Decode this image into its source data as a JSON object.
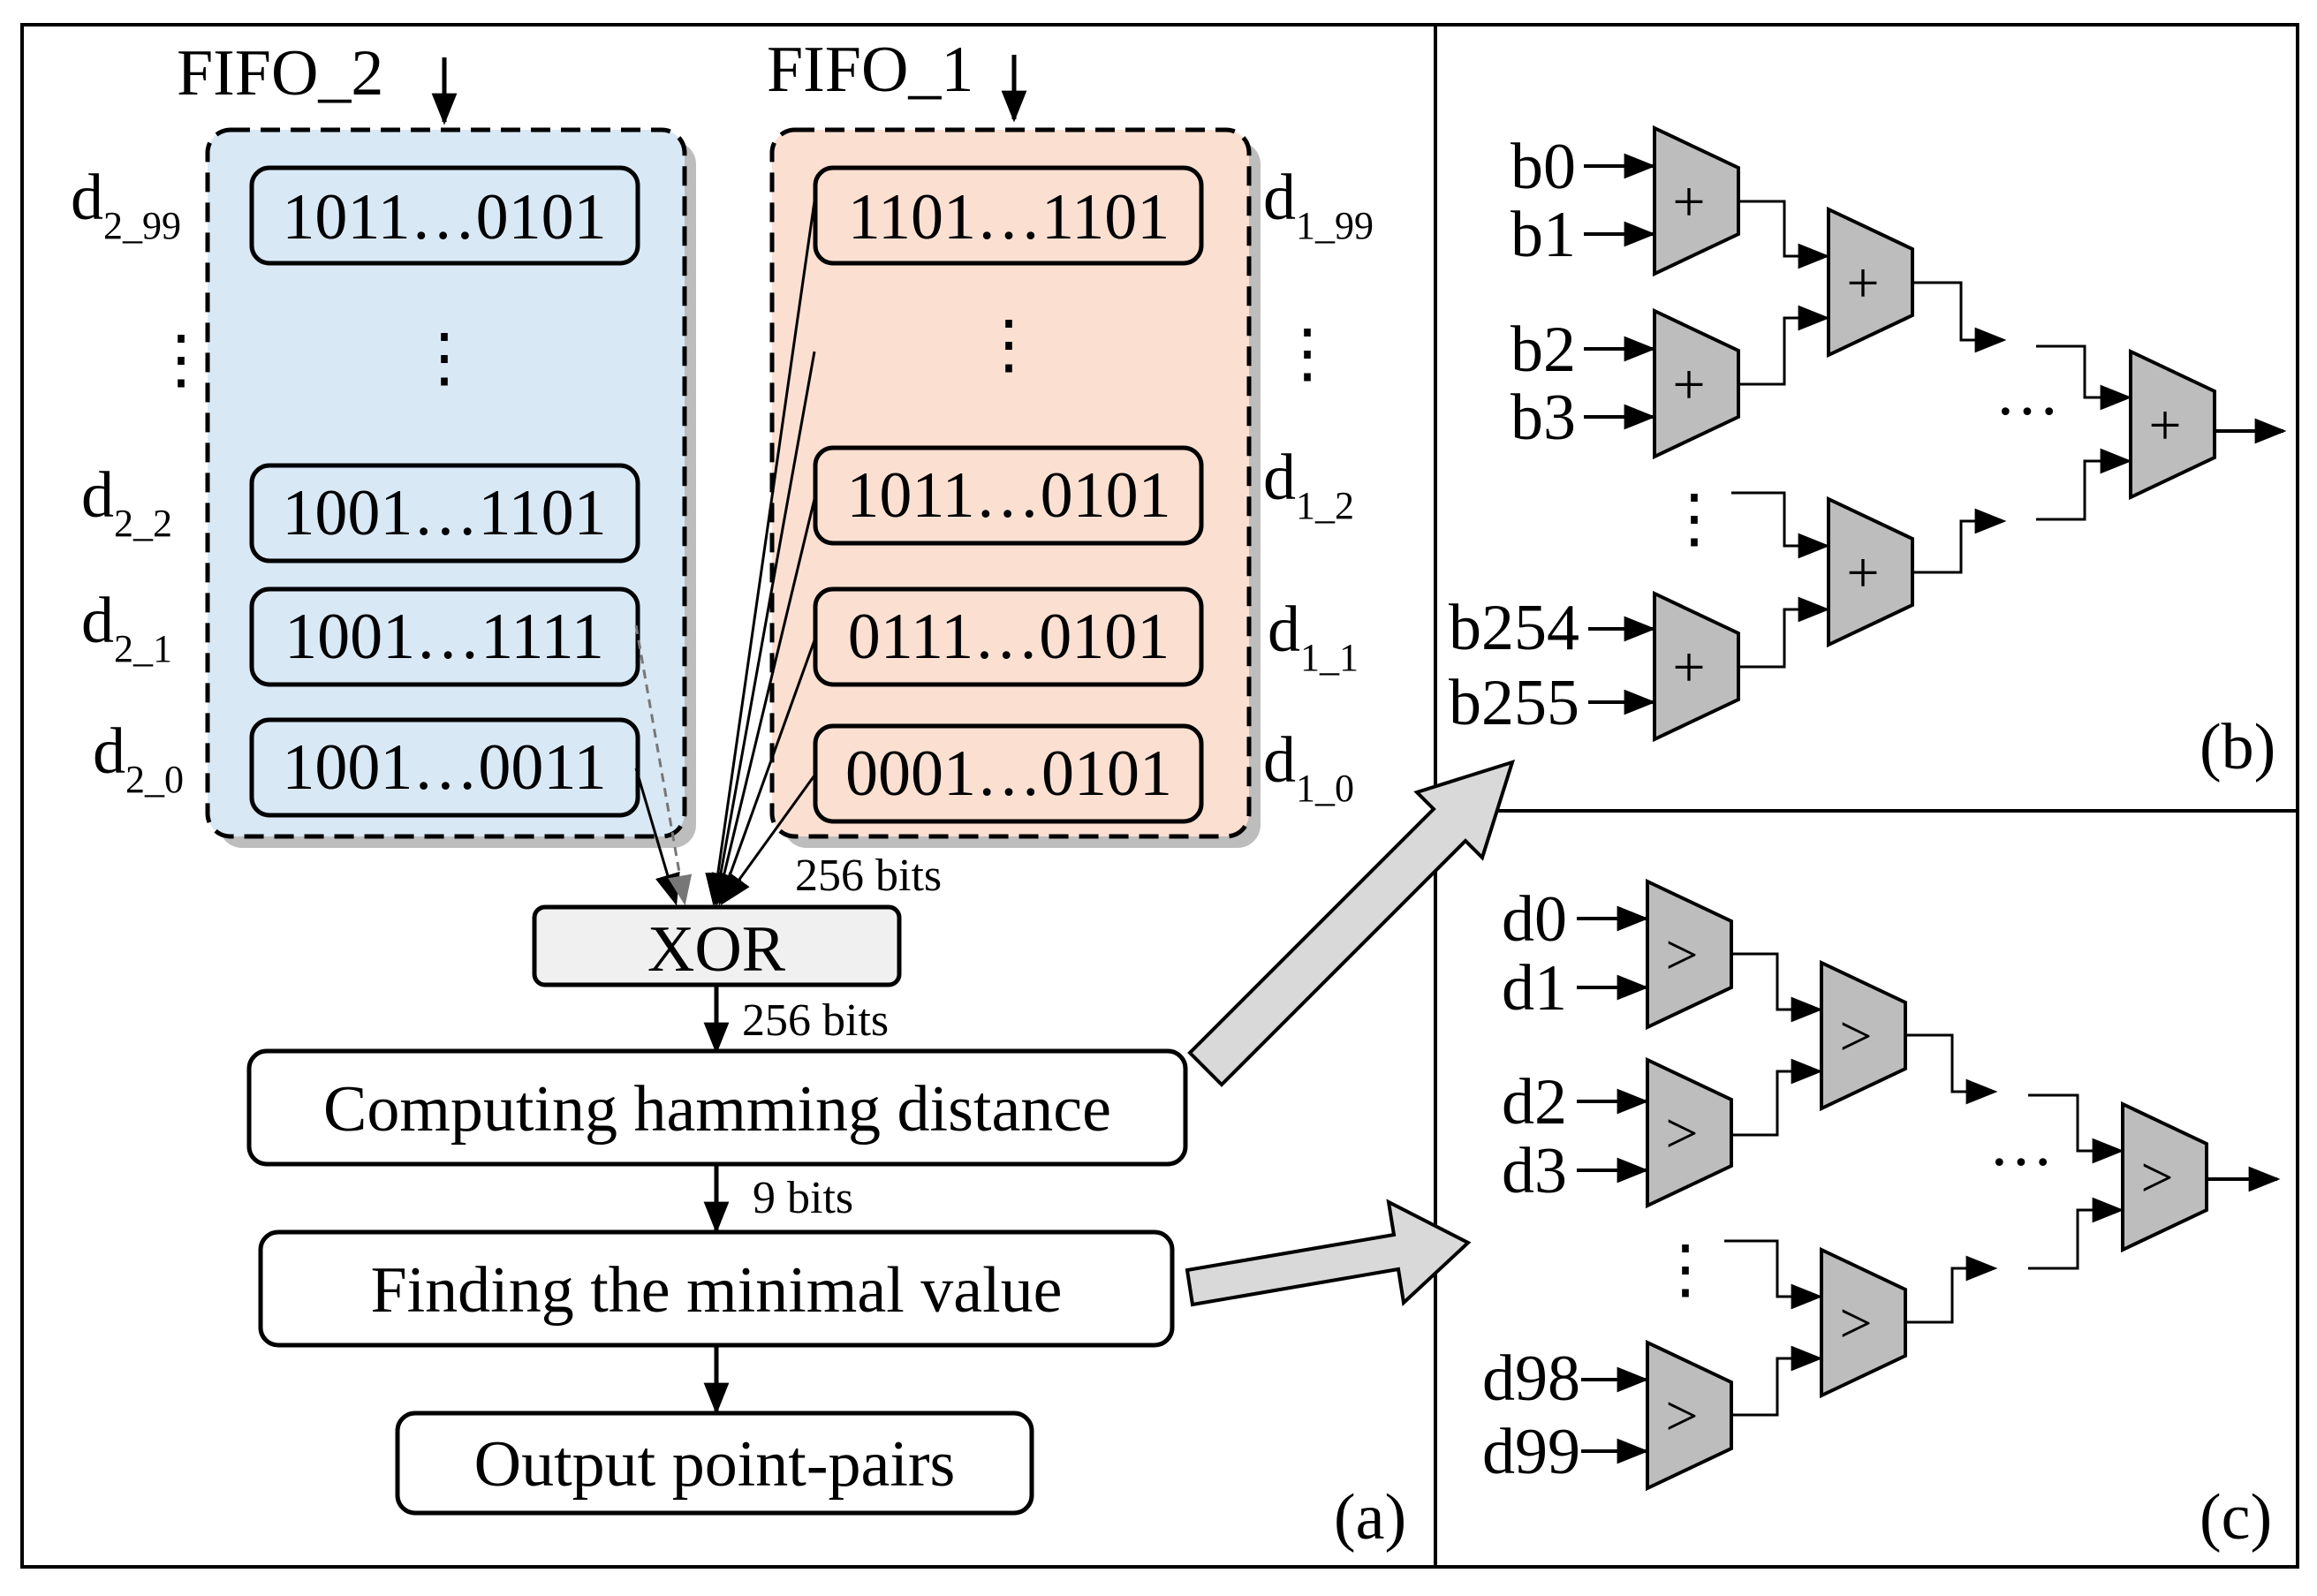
{
  "panel_a": {
    "label": "(a)",
    "fifo2": {
      "title": "FIFO_2",
      "rows": [
        {
          "value": "1011…0101",
          "label_base": "d",
          "label_sub": "2_99"
        },
        {
          "value": "1001…1101",
          "label_base": "d",
          "label_sub": "2_2"
        },
        {
          "value": "1001…1111",
          "label_base": "d",
          "label_sub": "2_1"
        },
        {
          "value": "1001…0011",
          "label_base": "d",
          "label_sub": "2_0"
        }
      ]
    },
    "fifo1": {
      "title": "FIFO_1",
      "rows": [
        {
          "value": "1101…1101",
          "label_base": "d",
          "label_sub": "1_99"
        },
        {
          "value": "1011…0101",
          "label_base": "d",
          "label_sub": "1_2"
        },
        {
          "value": "0111…0101",
          "label_base": "d",
          "label_sub": "1_1"
        },
        {
          "value": "0001…0101",
          "label_base": "d",
          "label_sub": "1_0"
        }
      ]
    },
    "ellipsis": "⋮",
    "bits_in": "256 bits",
    "xor": "XOR",
    "bits_xor": "256 bits",
    "hamming": "Computing hamming distance",
    "bits_hd": "9 bits",
    "minimal": "Finding the minimal value",
    "output": "Output point-pairs"
  },
  "panel_b": {
    "label": "(b)",
    "inputs": [
      "b0",
      "b1",
      "b2",
      "b3",
      "b254",
      "b255"
    ],
    "op": "+",
    "dots": "···",
    "vdots": "⋮"
  },
  "panel_c": {
    "label": "(c)",
    "inputs": [
      "d0",
      "d1",
      "d2",
      "d3",
      "d98",
      "d99"
    ],
    "op": ">",
    "dots": "···",
    "vdots": "⋮"
  },
  "colors": {
    "fifo2_fill": "#d9e8f5",
    "fifo1_fill": "#fbe0d2",
    "unit_fill": "#bdbdbd",
    "xor_fill": "#f0f0f0",
    "arrow_fill": "#d9d9d9"
  }
}
